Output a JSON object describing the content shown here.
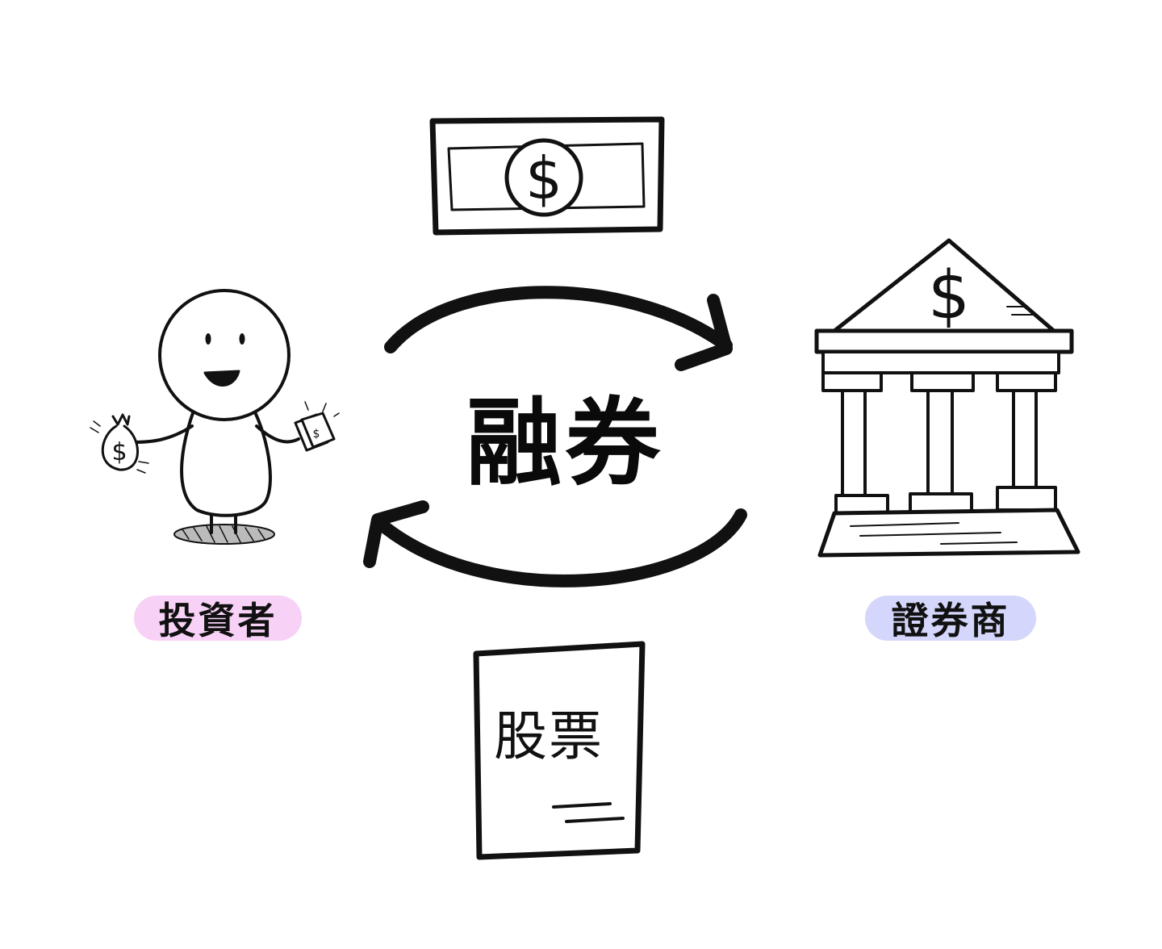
{
  "center_label": "融券",
  "investor": {
    "label": "投資者",
    "pill_color": "#f8d2f6"
  },
  "broker": {
    "label": "證券商",
    "pill_color": "#d4d6fb"
  },
  "stock_certificate": {
    "label": "股票"
  },
  "icons": {
    "cash": "banknote-dollar",
    "person": "stick-figure-with-money",
    "bank": "bank-building-dollar",
    "arrows": "cycle-arrows"
  }
}
